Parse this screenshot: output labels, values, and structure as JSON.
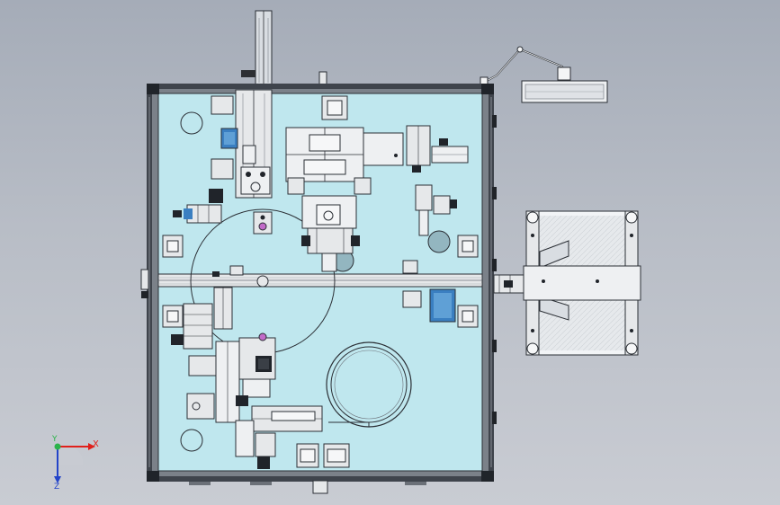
{
  "app": {
    "view": "cad-model-viewport",
    "background_top": "#a5acb8",
    "background_bottom": "#c9ccd3"
  },
  "colors": {
    "glass": "#bfe7ee",
    "frame": "#3f444c",
    "metal": "#d9dde2",
    "outline": "#2b2f35",
    "accent_blue": "#3a7fc1",
    "accent_magenta": "#c26bc8"
  },
  "triad": {
    "x_label": "X",
    "y_label": "Y",
    "z_label": "Z",
    "x_color": "#e0201b",
    "y_color": "#2bb34a",
    "z_color": "#2344c9"
  }
}
